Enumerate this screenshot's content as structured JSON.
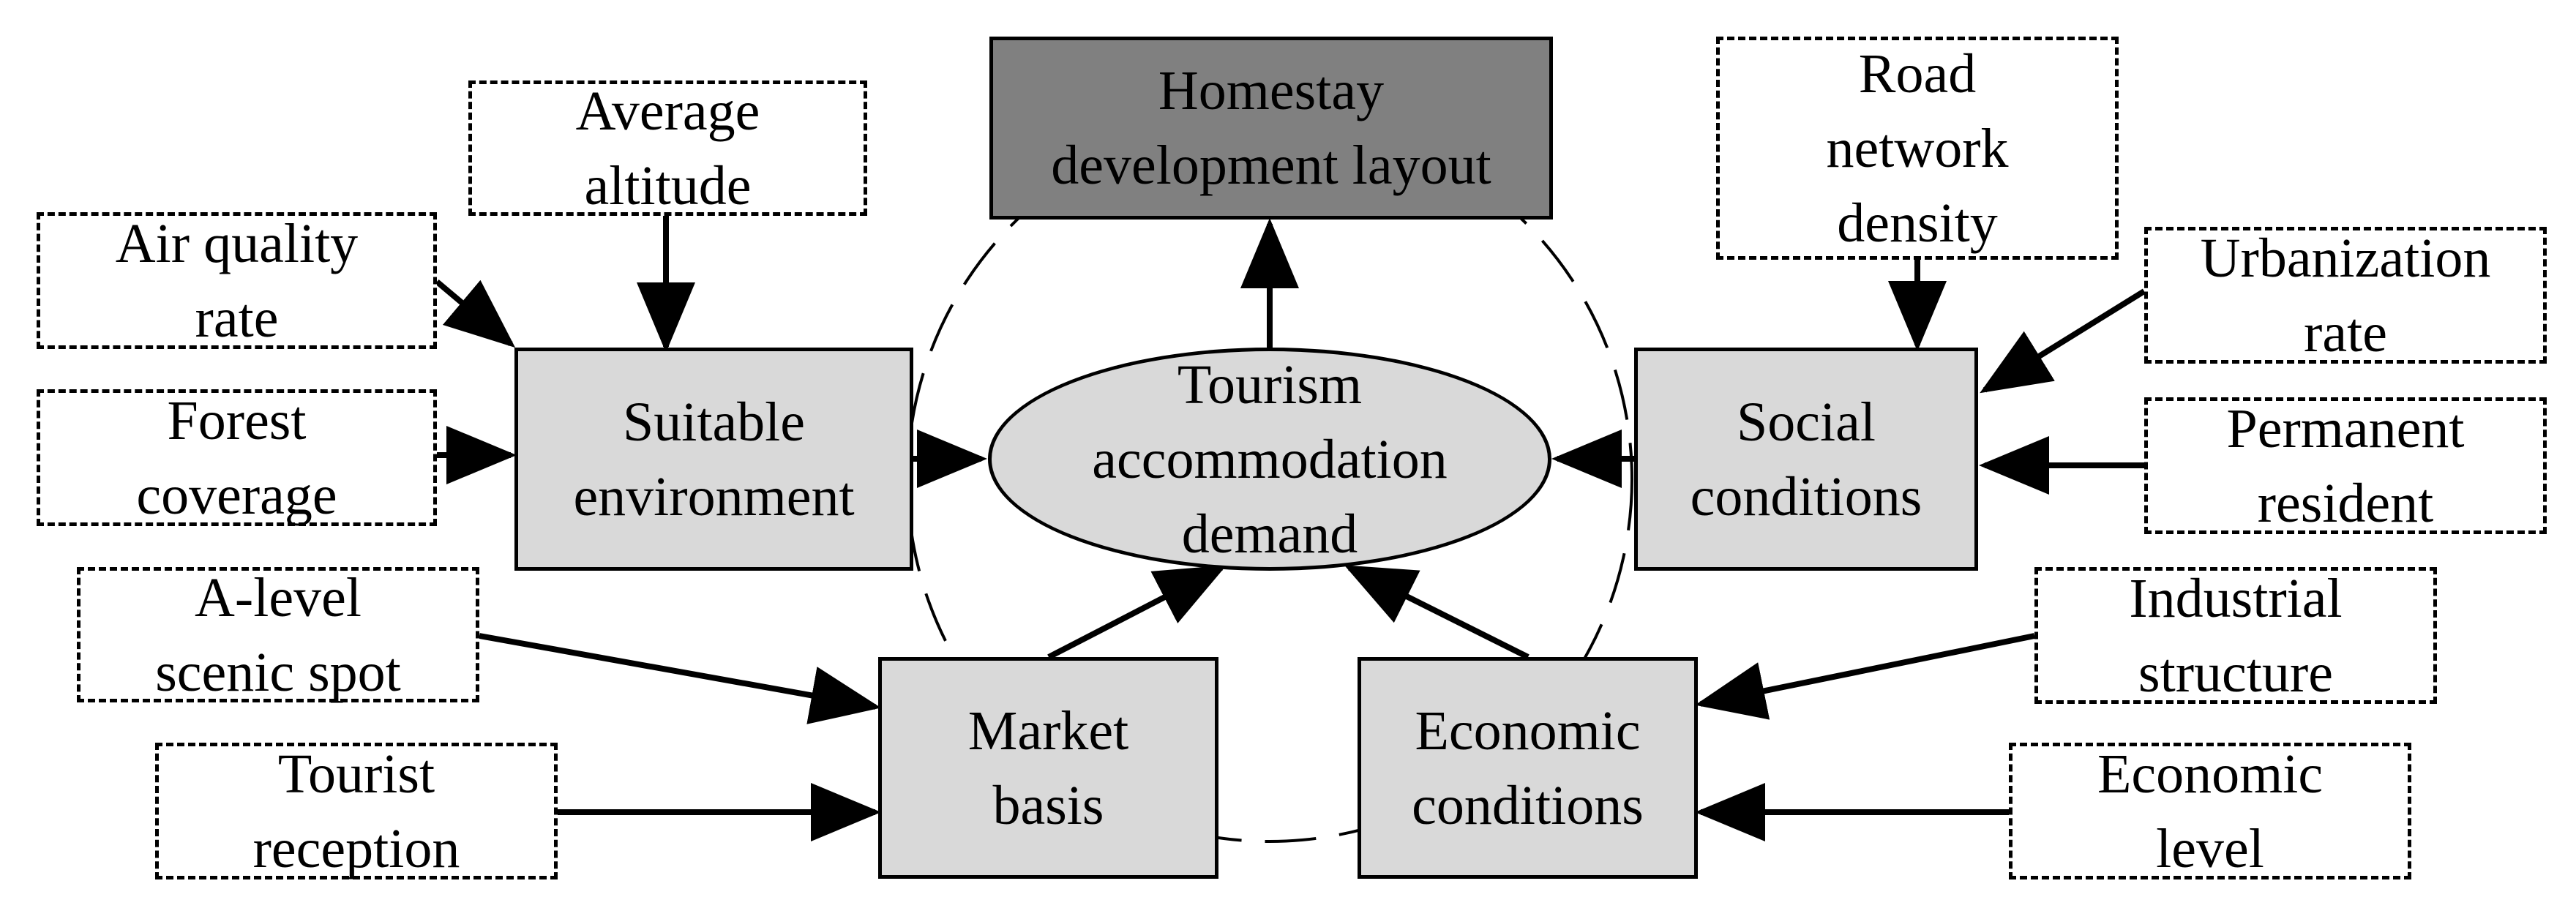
{
  "colors": {
    "dark_fill": "#808080",
    "light_fill": "#d9d9d9",
    "stroke": "#000000"
  },
  "nodes": {
    "homestay": [
      "Homestay",
      "development layout"
    ],
    "tourism": [
      "Tourism",
      "accommodation",
      "demand"
    ],
    "suitable": [
      "Suitable",
      "environment"
    ],
    "social": [
      "Social",
      "conditions"
    ],
    "market": [
      "Market",
      "basis"
    ],
    "economic": [
      "Economic",
      "conditions"
    ],
    "altitude": [
      "Average",
      "altitude"
    ],
    "air": [
      "Air quality",
      "rate"
    ],
    "forest": [
      "Forest",
      "coverage"
    ],
    "scenic": [
      "A-level",
      "scenic spot"
    ],
    "tourist": [
      "Tourist",
      "reception"
    ],
    "road": [
      "Road",
      "network",
      "density"
    ],
    "urban": [
      "Urbanization",
      "rate"
    ],
    "resident": [
      "Permanent",
      "resident"
    ],
    "industrial": [
      "Industrial",
      "structure"
    ],
    "econlevel": [
      "Economic",
      "level"
    ]
  }
}
